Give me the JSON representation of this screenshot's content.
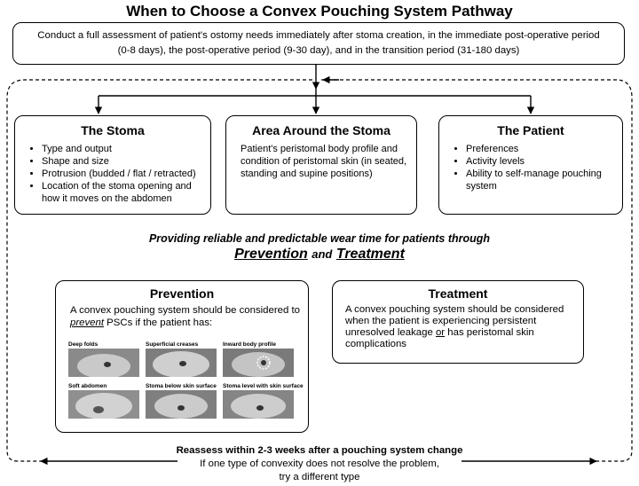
{
  "title": "When to Choose a Convex Pouching System Pathway",
  "assessment": {
    "lines": [
      "Conduct a full assessment of patient's ostomy needs immediately after stoma creation, in the immediate post-operative period",
      "(0-8 days), the post-operative period (9-30 day), and in the transition period (31-180 days)"
    ]
  },
  "stoma": {
    "title": "The Stoma",
    "items": [
      "Type and output",
      "Shape and size",
      "Protrusion (budded / flat / retracted)",
      "Location of the stoma opening and how it moves on the abdomen"
    ]
  },
  "area": {
    "title": "Area Around the Stoma",
    "text": "Patient's peristomal body profile and condition of peristomal skin (in seated, standing and supine positions)"
  },
  "patient": {
    "title": "The Patient",
    "items": [
      "Preferences",
      "Activity levels",
      "Ability to self-manage pouching system"
    ]
  },
  "goal": {
    "line1": "Providing reliable and predictable wear time for patients through",
    "prevention_word": "Prevention",
    "and_word": "and",
    "treatment_word": "Treatment"
  },
  "prevention": {
    "title": "Prevention",
    "text_before": "A convex pouching system should be considered to ",
    "emphasis": "prevent",
    "text_after": " PSCs if the patient has:",
    "photos": [
      "Deep folds",
      "Superficial creases",
      "Inward body profile",
      "Soft abdomen",
      "Stoma below skin surface",
      "Stoma level with skin surface"
    ]
  },
  "treatment": {
    "title": "Treatment",
    "text_before": "A convex pouching system should be considered when the patient is experiencing persistent unresolved leakage ",
    "emphasis": "or",
    "text_after": " has peristomal skin complications"
  },
  "reassess": {
    "line1": "Reassess within 2-3 weeks after a pouching system change",
    "line2": "If one type of convexity does not resolve the problem,",
    "line3": "try a different type"
  }
}
